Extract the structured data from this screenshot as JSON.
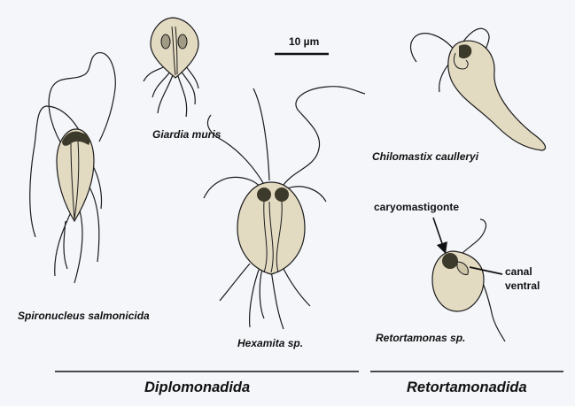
{
  "scale_bar": {
    "label": "10 µm"
  },
  "species": {
    "giardia": "Giardia muris",
    "spironucleus": "Spironucleus salmonicida",
    "hexamita": "Hexamita sp.",
    "chilomastix": "Chilomastix caulleryi",
    "retortamonas": "Retortamonas sp."
  },
  "annotations": {
    "caryomastigonte": "caryomastigonte",
    "canal_line1": "canal",
    "canal_line2": "ventral"
  },
  "groups": {
    "diplomonadida": "Diplomonadida",
    "retortamonadida": "Retortamonadida"
  },
  "colors": {
    "panel_bg": "#f4f6fa",
    "cell_fill": "#e3dac2",
    "cell_stroke": "#1b1b1b",
    "nucleus": "#3c3a2a"
  }
}
